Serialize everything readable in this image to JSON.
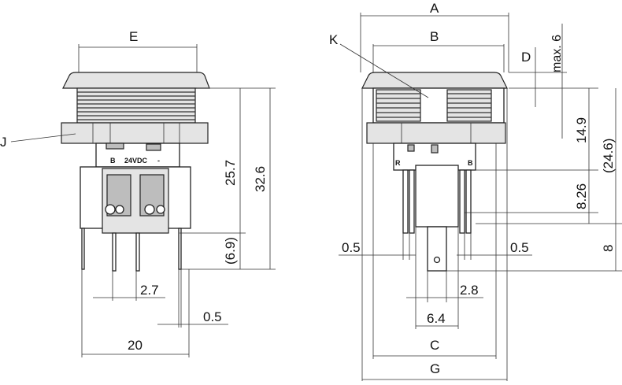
{
  "labels": {
    "A": "A",
    "B": "B",
    "C": "C",
    "D": "D",
    "E": "E",
    "G": "G",
    "J": "J",
    "K": "K"
  },
  "dimensions": {
    "max6": "max. 6",
    "d14_9": "14.9",
    "d24_6": "(24.6)",
    "d8_26": "8.26",
    "d8": "8",
    "d0_5_left": "0.5",
    "d0_5_right": "0.5",
    "d2_8": "2.8",
    "d6_4": "6.4",
    "d25_7": "25.7",
    "d32_6": "32.6",
    "d6_9": "(6.9)",
    "d2_7": "2.7",
    "d0_5_bottom": "0.5",
    "d20": "20"
  },
  "markings": {
    "terminal_b": "B",
    "voltage": "24VDC",
    "minus": "-",
    "terminal_r": "R",
    "terminal_b2": "B"
  }
}
